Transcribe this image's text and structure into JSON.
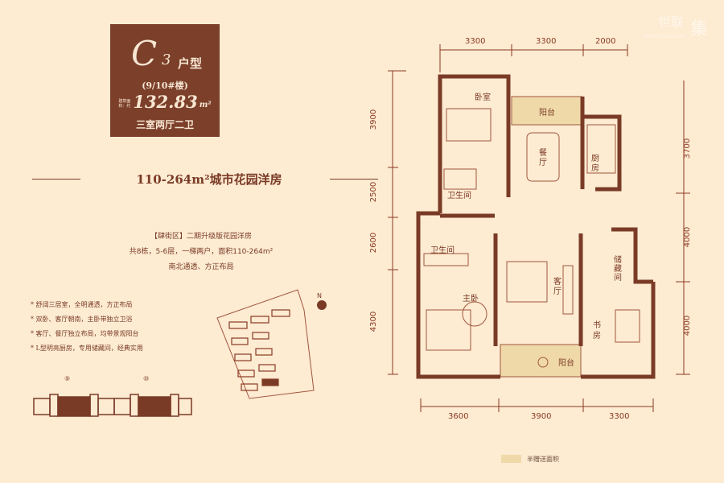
{
  "watermark": {
    "logo_text": "世联",
    "logo_char": "集",
    "url": "worldunionjs.com"
  },
  "badge": {
    "type_letter": "C",
    "type_number": "3",
    "type_suffix": "户型",
    "buildings": "(9/10#楼)",
    "area_label": "建筑面积：约",
    "area_value": "132.83",
    "area_unit": "m²",
    "rooms": "三室两厅二卫"
  },
  "heading": "110-264m²城市花园洋房",
  "info": [
    "【肆街区】二期升级版花园洋房",
    "共8栋，5-6层，一梯两户，面积110-264m²",
    "南北通透、方正布局"
  ],
  "features": [
    "* 舒阔三居室，全明通透，方正布局",
    "* 双卧、客厅朝南，主卧带独立卫浴",
    "* 客厅、餐厅独立布局，均带景观阳台",
    "* L型明亮厨房，专用储藏间，经典实用"
  ],
  "site_plan": {
    "north_label": "N"
  },
  "building_thumbs": [
    {
      "label": "⑨"
    },
    {
      "label": "⑩"
    }
  ],
  "dimensions": {
    "top": [
      "3300",
      "3300",
      "2000"
    ],
    "bottom": [
      "3600",
      "3900",
      "3300"
    ],
    "left": [
      "3900",
      "2500",
      "2600",
      "4300"
    ],
    "right": [
      "3700",
      "4000",
      "4000"
    ]
  },
  "rooms": {
    "bedroom": "卧室",
    "balcony_north": "阳台",
    "dining": "餐厅",
    "kitchen": "厨房",
    "bath1": "卫生间",
    "bath2": "卫生间",
    "living": "客厅",
    "master": "主卧",
    "storage": "储藏间",
    "study": "书房",
    "balcony_south": "阳台"
  },
  "legend": {
    "label": "半赠送面积",
    "color": "#f0d9a8"
  },
  "colors": {
    "background": "#fdebd2",
    "brand": "#7b3f2a",
    "wall": "#7a3b26"
  }
}
